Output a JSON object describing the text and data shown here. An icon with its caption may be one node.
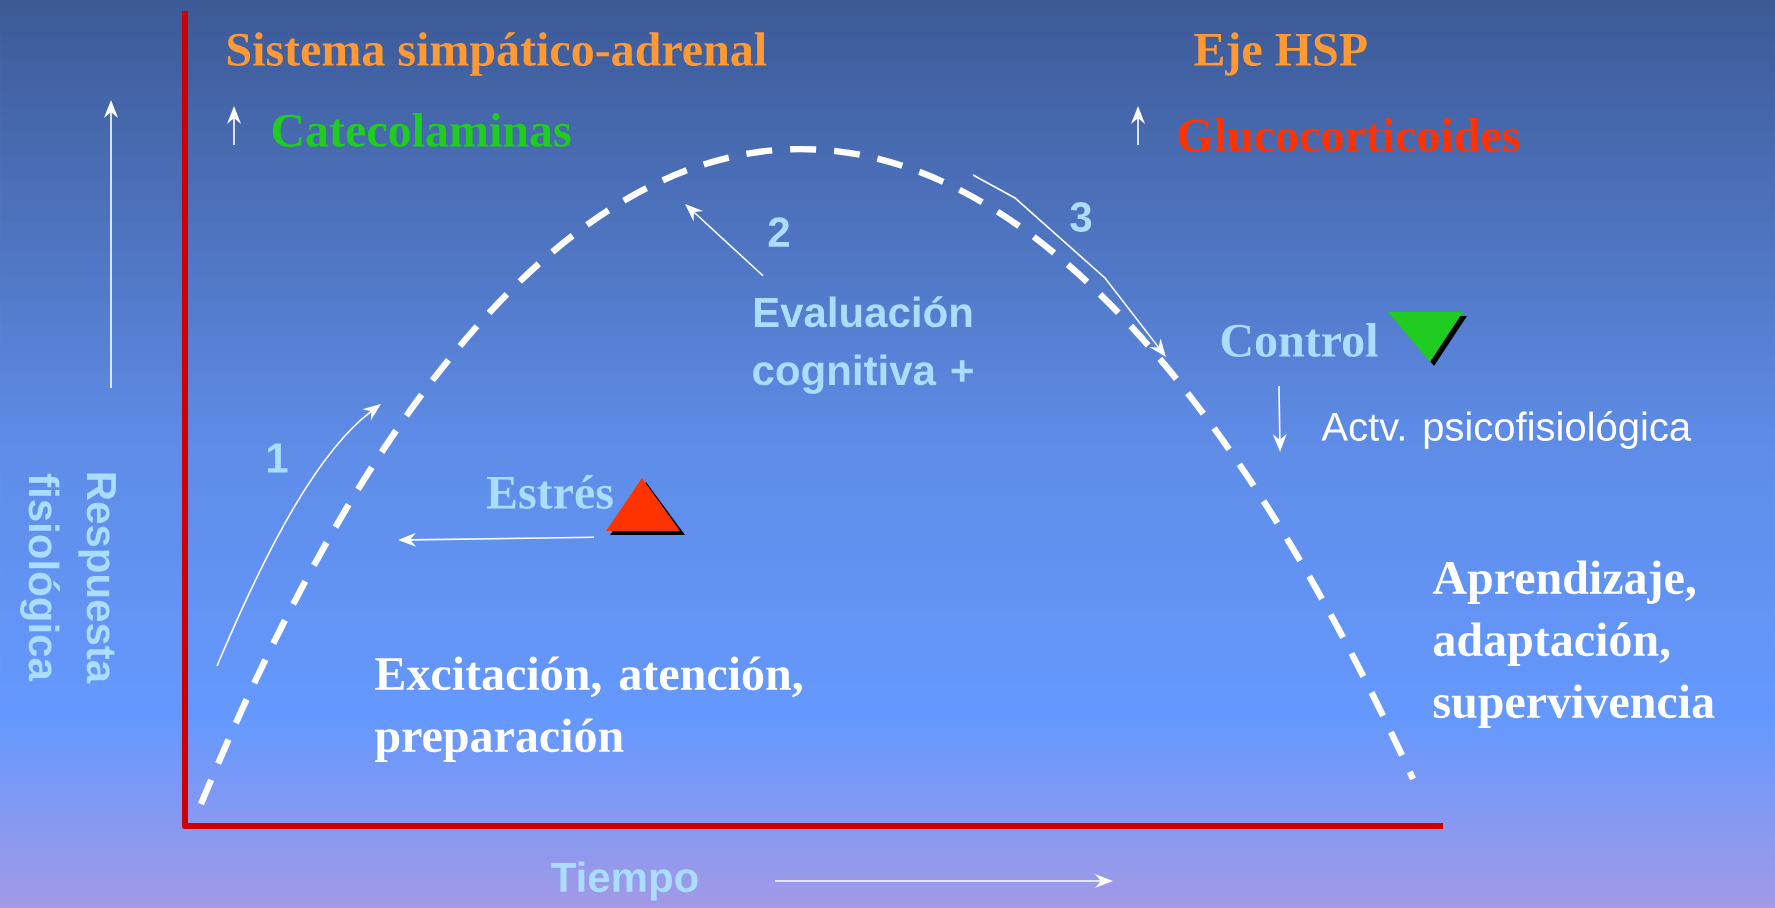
{
  "diagram": {
    "nodes": [
      {
        "text": [
          "Evaluación cognitiva +"
        ]
      },
      {
        "text": [
          "Estrés"
        ]
      }
    ],
    "edges": [
      {
        "from": 0,
        "to": null,
        "arrow": "to"
      },
      {
        "from": 1,
        "to": null,
        "arrow": "to"
      }
    ],
    "labels": [
      "Sistema simpático-adrenal",
      "Eje HSP",
      "Catecolaminas",
      "Glucocorticoides",
      "2",
      "3",
      "Control",
      "Actv. psicofisiológica",
      "1",
      "Respuesta fisiológica",
      "Excitación, atención, preparación",
      "Aprendizaje, adaptación, supervivencia",
      "Tiempo"
    ]
  }
}
